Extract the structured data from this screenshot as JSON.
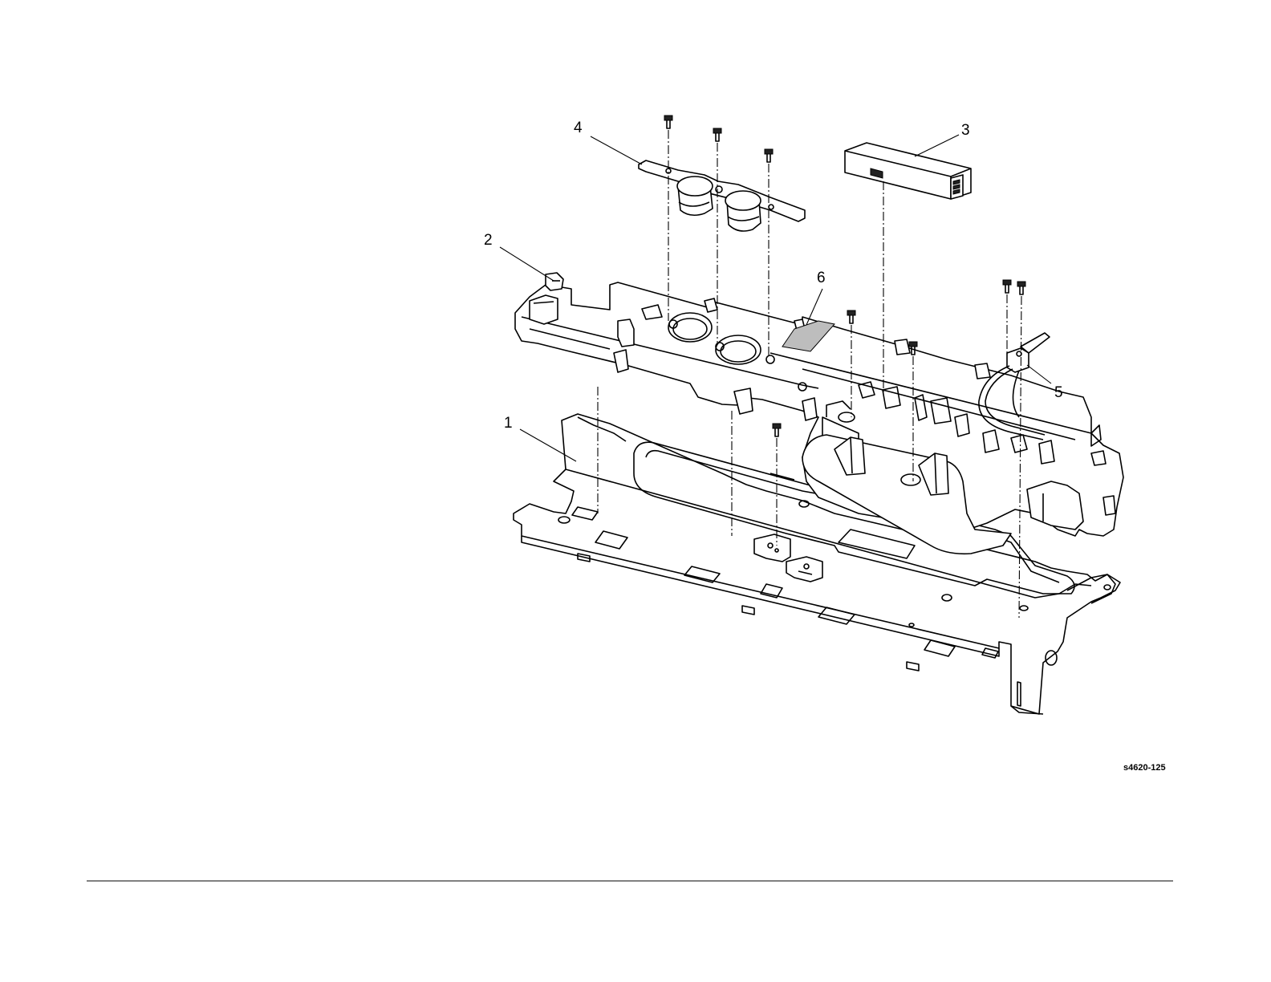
{
  "callouts": [
    {
      "id": "callout-1",
      "label": "1"
    },
    {
      "id": "callout-2",
      "label": "2"
    },
    {
      "id": "callout-3",
      "label": "3"
    },
    {
      "id": "callout-4",
      "label": "4"
    },
    {
      "id": "callout-5",
      "label": "5"
    },
    {
      "id": "callout-6",
      "label": "6"
    }
  ],
  "figure_id": "s4620-125",
  "colors": {
    "ink": "#000000",
    "background": "#ffffff",
    "shade": "#bdbdbd"
  }
}
